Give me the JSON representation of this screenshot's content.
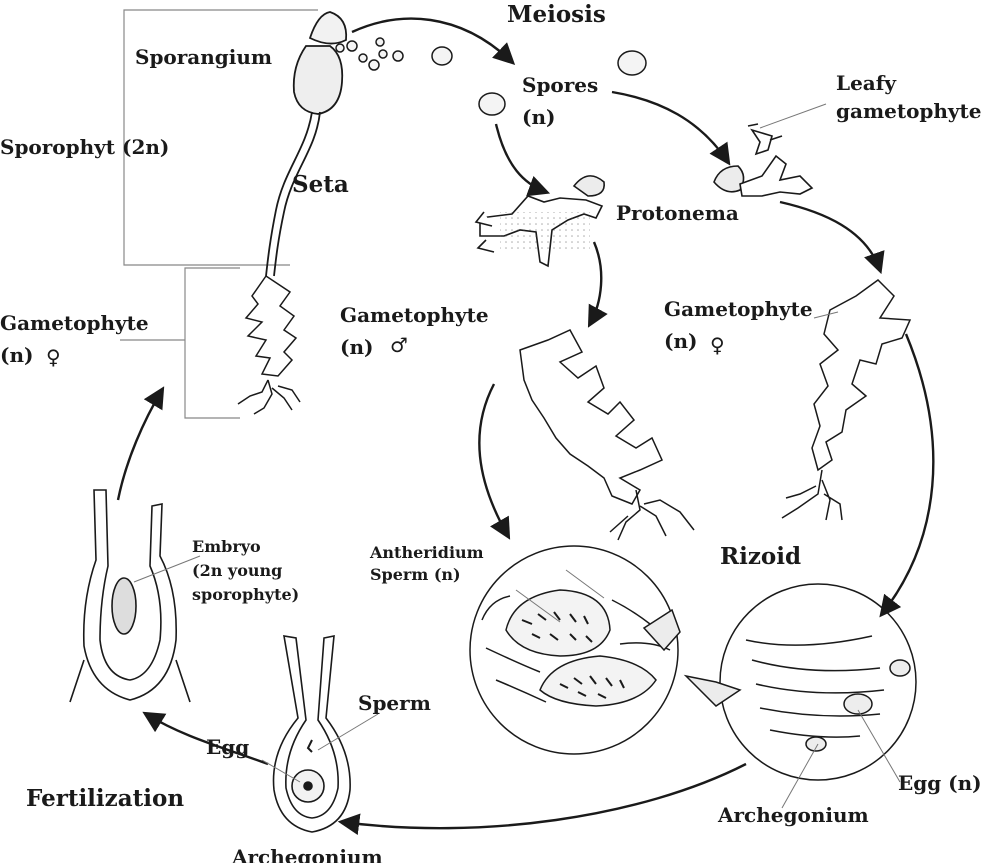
{
  "labels": {
    "meiosis": "Meiosis",
    "sporangium": "Sporangium",
    "sporophyt": "Sporophyt (2n)",
    "seta": "Seta",
    "spores": "Spores",
    "spores_ploidy": "(n)",
    "leafy": "Leafy",
    "gametophyte_word": "gametophyte",
    "protonema": "Protonema",
    "gametophyte_left": "Gametophyte",
    "gametophyte_left_ploidy": "(n)",
    "gametophyte_mid": "Gametophyte",
    "gametophyte_mid_ploidy": "(n)",
    "gametophyte_right": "Gametophyte",
    "gametophyte_right_ploidy": "(n)",
    "rizoid": "Rizoid",
    "antheridium": "Antheridium",
    "sperm_n": "Sperm (n)",
    "embryo_1": "Embryo",
    "embryo_2": "(2n young",
    "embryo_3": "sporophyte)",
    "sperm": "Sperm",
    "egg": "Egg",
    "egg_n": "Egg (n)",
    "archegonium_right": "Archegonium",
    "archegonium_bottom": "Archegonium",
    "fertilization": "Fertilization"
  },
  "symbols": {
    "female": "♀",
    "male": "♂"
  }
}
